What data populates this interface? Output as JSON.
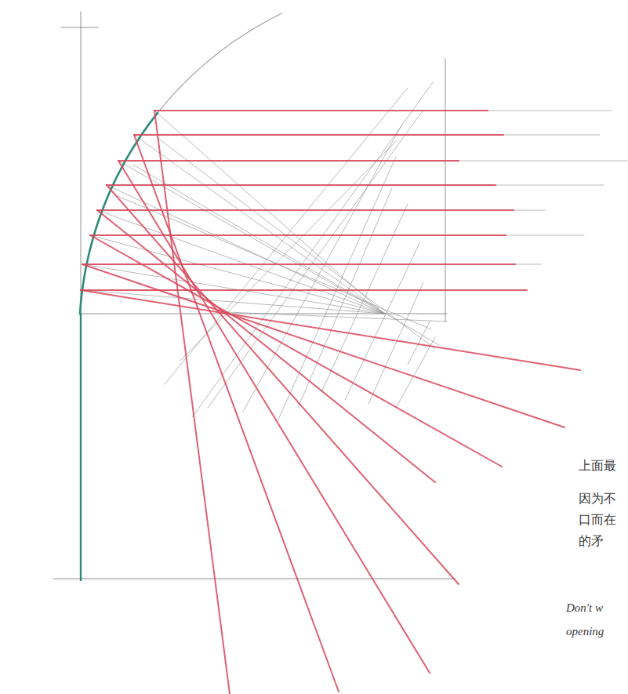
{
  "diagram": {
    "labels": [
      "上面最",
      "因为不 口而在 的矛",
      "Don't w opening"
    ]
  }
}
